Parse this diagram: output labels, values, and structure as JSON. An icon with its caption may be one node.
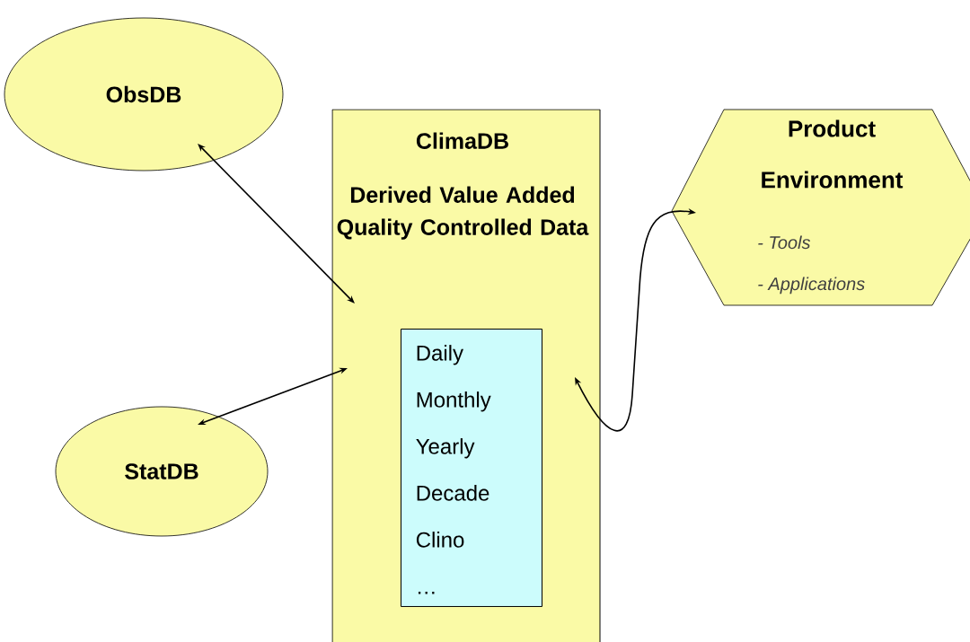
{
  "diagram": {
    "nodes": [
      {
        "text": [
          "ObsDB"
        ]
      },
      {
        "text": [
          "ClimaDB",
          "Derived Value Added Quality Controlled Data"
        ]
      },
      {
        "text": [
          "Daily",
          "Monthly",
          "Yearly",
          "Decade",
          "Clino",
          "…"
        ],
        "in": 1
      },
      {
        "text": [
          "StatDB"
        ]
      },
      {
        "text": [
          "Product Environment",
          "- Tools",
          "- Applications"
        ]
      }
    ],
    "edges": [
      {
        "from": 0,
        "to": 1,
        "arrow": "both"
      },
      {
        "from": 3,
        "to": 1,
        "arrow": "both"
      },
      {
        "from": 1,
        "to": 4,
        "arrow": "both"
      }
    ]
  }
}
